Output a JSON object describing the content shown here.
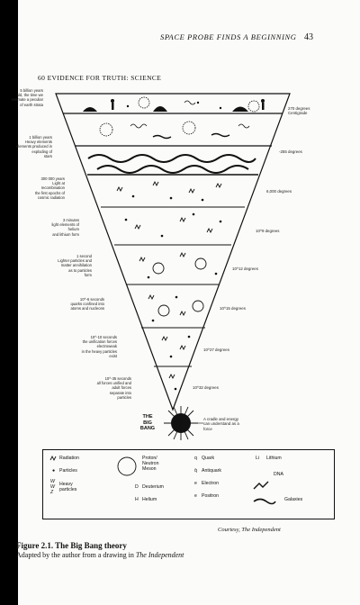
{
  "running_head": "SPACE PROBE FINDS A BEGINNING",
  "page_number": "43",
  "inner_heading": "60    EVIDENCE FOR TRUTH: SCIENCE",
  "left_labels": [
    "5 billion years\nold, the time we\nestimate a peculiar\nof earth strata",
    "1 billion years\nHeavy elements\nelements produced in\nexploding of\nstars",
    "300 000 years\nLight at\nrecombination\nthe first epochs of\ncosmic radiation",
    "3 minutes\nlight elements of helium\nand lithium form",
    "1 second\nLighter particles and\nmatter annihilation\nas to particles\nform",
    "10^-6 seconds\nquarks confined into\natoms and nucleons",
    "10^-10 seconds\nthe unification forces\nelectroweak\nin the heavy particles\nexist",
    "10^-35 seconds\nall forces unified and\nadult forces\nseparate into\nparticles"
  ],
  "right_labels": [
    "270 degrees\nCentigrade",
    "-255 degrees",
    "6,000 degrees",
    "10^9 degrees",
    "10^12 degrees",
    "10^15 degrees",
    "10^27 degrees",
    "10^32 degrees"
  ],
  "big_bang_label": "THE\nBIG\nBANG",
  "big_bang_note": "A cradle and energy\ncan understand as a\nforce",
  "legend": {
    "radiation": "Radiation",
    "particles": "Particles",
    "heavy_particles": "Heavy\nparticles",
    "heavy_symbols": "W\nW\nZ",
    "proton_neutron": "Proton/\nNeutron\nMeson",
    "deuterium": "Deuterium",
    "helium": "Helium",
    "quark": "Quark",
    "antiquark": "Antiquark",
    "electron": "Electron",
    "positron": "Positron",
    "lithium": "Lithium",
    "dna": "DNA",
    "galaxies": "Galaxies",
    "sym_particles": "●",
    "sym_deuterium": "D",
    "sym_helium": "H",
    "sym_quark": "q",
    "sym_antiquark": "q̄",
    "sym_electron": "e",
    "sym_positron": "e",
    "sym_lithium": "Li"
  },
  "courtesy": "Courtesy, The Independent",
  "caption": {
    "title": "Figure 2.1. The Big Bang theory",
    "sub_prefix": "Adapted by the author from a drawing in",
    "sub_source": "The Independent"
  }
}
